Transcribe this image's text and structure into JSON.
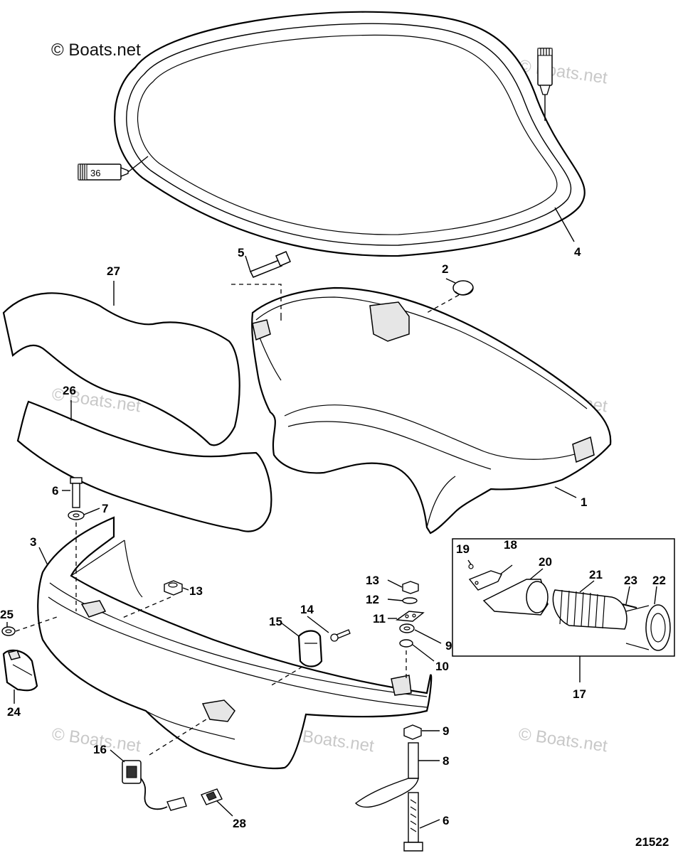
{
  "watermark": {
    "text": "© Boats.net"
  },
  "diagram_number": "21522",
  "sealant_tube_label": "36",
  "callouts": [
    {
      "id": "c1",
      "text": "1"
    },
    {
      "id": "c2",
      "text": "2"
    },
    {
      "id": "c3",
      "text": "3"
    },
    {
      "id": "c4",
      "text": "4"
    },
    {
      "id": "c5",
      "text": "5"
    },
    {
      "id": "c6a",
      "text": "6"
    },
    {
      "id": "c6b",
      "text": "6"
    },
    {
      "id": "c7",
      "text": "7"
    },
    {
      "id": "c8",
      "text": "8"
    },
    {
      "id": "c9a",
      "text": "9"
    },
    {
      "id": "c9b",
      "text": "9"
    },
    {
      "id": "c10",
      "text": "10"
    },
    {
      "id": "c11",
      "text": "11"
    },
    {
      "id": "c12",
      "text": "12"
    },
    {
      "id": "c13a",
      "text": "13"
    },
    {
      "id": "c13b",
      "text": "13"
    },
    {
      "id": "c14",
      "text": "14"
    },
    {
      "id": "c15",
      "text": "15"
    },
    {
      "id": "c16",
      "text": "16"
    },
    {
      "id": "c17",
      "text": "17"
    },
    {
      "id": "c18",
      "text": "18"
    },
    {
      "id": "c19",
      "text": "19"
    },
    {
      "id": "c20",
      "text": "20"
    },
    {
      "id": "c21",
      "text": "21"
    },
    {
      "id": "c22",
      "text": "22"
    },
    {
      "id": "c23",
      "text": "23"
    },
    {
      "id": "c24",
      "text": "24"
    },
    {
      "id": "c25",
      "text": "25"
    },
    {
      "id": "c26",
      "text": "26"
    },
    {
      "id": "c27",
      "text": "27"
    },
    {
      "id": "c28",
      "text": "28"
    }
  ]
}
